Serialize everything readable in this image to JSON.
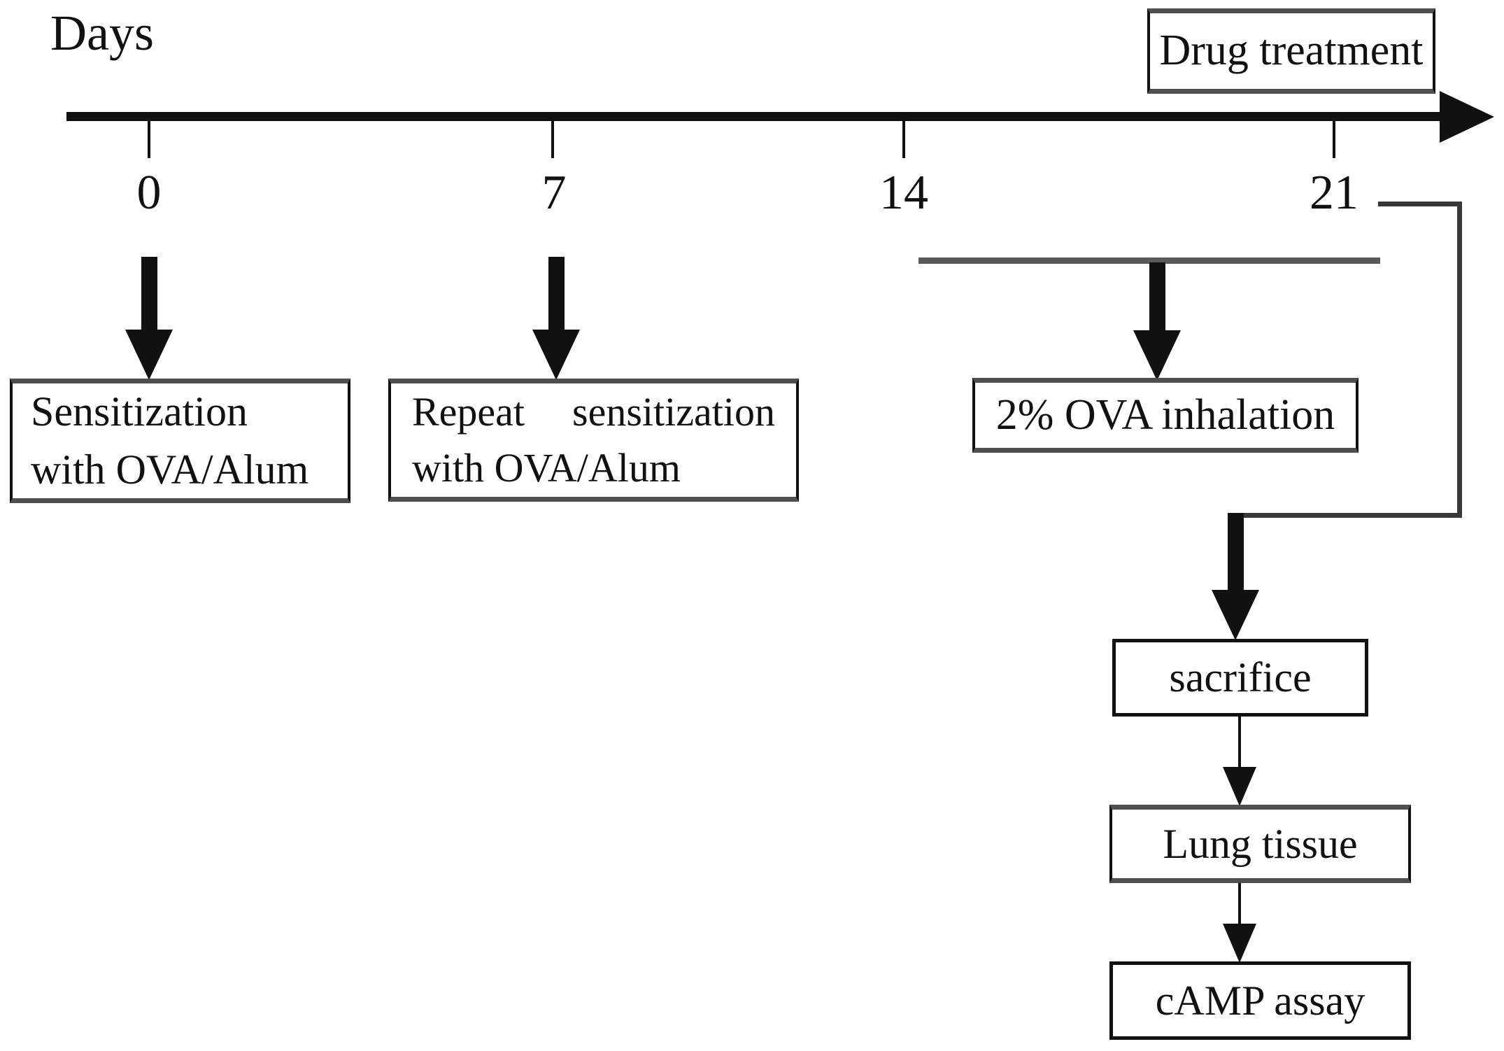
{
  "axis": {
    "label": "Days",
    "ticks": [
      {
        "label": "0"
      },
      {
        "label": "7"
      },
      {
        "label": "14"
      },
      {
        "label": "21"
      }
    ]
  },
  "boxes": {
    "drug_treatment": {
      "label": "Drug treatment"
    },
    "sensitization": {
      "line1": "Sensitization",
      "line2": "with OVA/Alum"
    },
    "repeat_sensitization": {
      "line1_word1": "Repeat",
      "line1_word2": "sensitization",
      "line2": "with OVA/Alum"
    },
    "ova_inhalation": {
      "label": "2% OVA inhalation"
    },
    "sacrifice": {
      "label": "sacrifice"
    },
    "lung_tissue": {
      "label": "Lung tissue"
    },
    "camp_assay": {
      "label": "cAMP assay"
    }
  },
  "colors": {
    "ink": "#111111",
    "gray_edge": "#4f4f4f",
    "period_bar": "#595959",
    "connector": "#383838",
    "background": "#ffffff"
  }
}
